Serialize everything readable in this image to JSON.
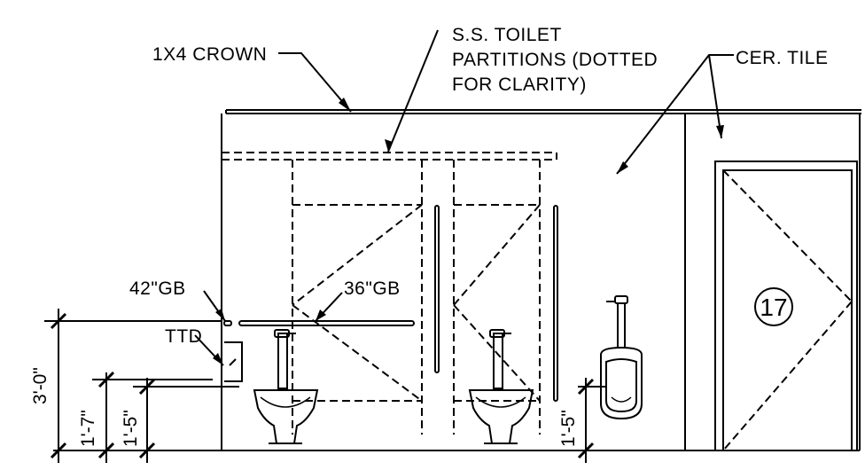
{
  "labels": {
    "crown": "1X4 CROWN",
    "partitions_line1": "S.S. TOILET",
    "partitions_line2": "PARTITIONS (DOTTED",
    "partitions_line3": "FOR CLARITY)",
    "tile": "CER. TILE",
    "gb42": "42\"GB",
    "gb36": "36\"GB",
    "ttd": "TTD",
    "room_tag": "17"
  },
  "dimensions": {
    "overall": "3'-0\"",
    "d1": "1'-7\"",
    "d2": "1'-5\"",
    "d3": "1'-5\""
  }
}
